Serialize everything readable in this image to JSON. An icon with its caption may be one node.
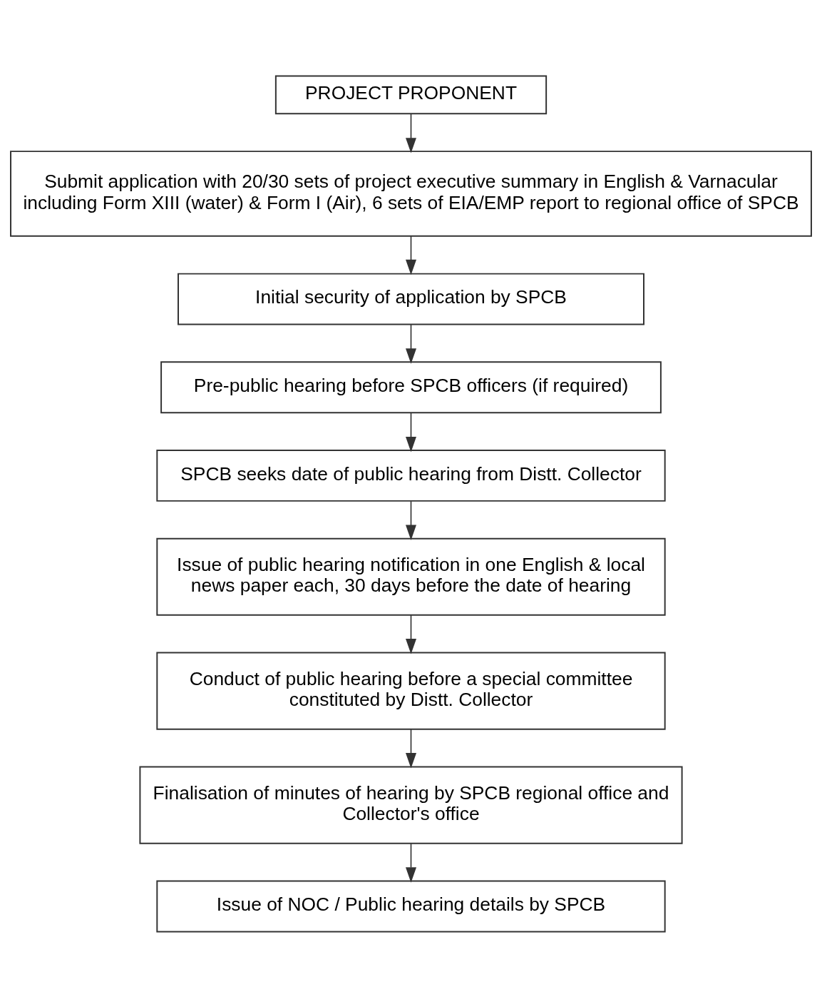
{
  "diagram": {
    "nodes": [
      {
        "text": [
          "PROJECT PROPONENT"
        ]
      },
      {
        "text": [
          "Submit application with 20/30 sets of project executive summary in English & Varnacular including Form XIII (water) & Form I (Air), 6 sets of EIA/EMP report to regional office of SPCB"
        ]
      },
      {
        "text": [
          "Initial security of application by SPCB"
        ]
      },
      {
        "text": [
          "Pre-public hearing before SPCB officers (if required)"
        ]
      },
      {
        "text": [
          "SPCB seeks date of public hearing from Distt. Collector"
        ]
      },
      {
        "text": [
          "Issue of public hearing notification in one English & local news paper each, 30 days before the date of hearing"
        ]
      },
      {
        "text": [
          "Conduct of public hearing before a special committee constituted by Distt. Collector"
        ]
      },
      {
        "text": [
          "Finalisation of minutes of hearing by SPCB regional office and Collector's office"
        ]
      },
      {
        "text": [
          "Issue of NOC / Public hearing details by SPCB"
        ]
      }
    ],
    "edges": [
      {
        "from": 0,
        "to": 1,
        "arrow": "to"
      },
      {
        "from": 1,
        "to": 2,
        "arrow": "to"
      },
      {
        "from": 2,
        "to": 3,
        "arrow": "to"
      },
      {
        "from": 3,
        "to": 4,
        "arrow": "to"
      },
      {
        "from": 4,
        "to": 5,
        "arrow": "to"
      },
      {
        "from": 5,
        "to": 6,
        "arrow": "to"
      },
      {
        "from": 6,
        "to": 7,
        "arrow": "to"
      },
      {
        "from": 7,
        "to": 8,
        "arrow": "to"
      }
    ]
  }
}
